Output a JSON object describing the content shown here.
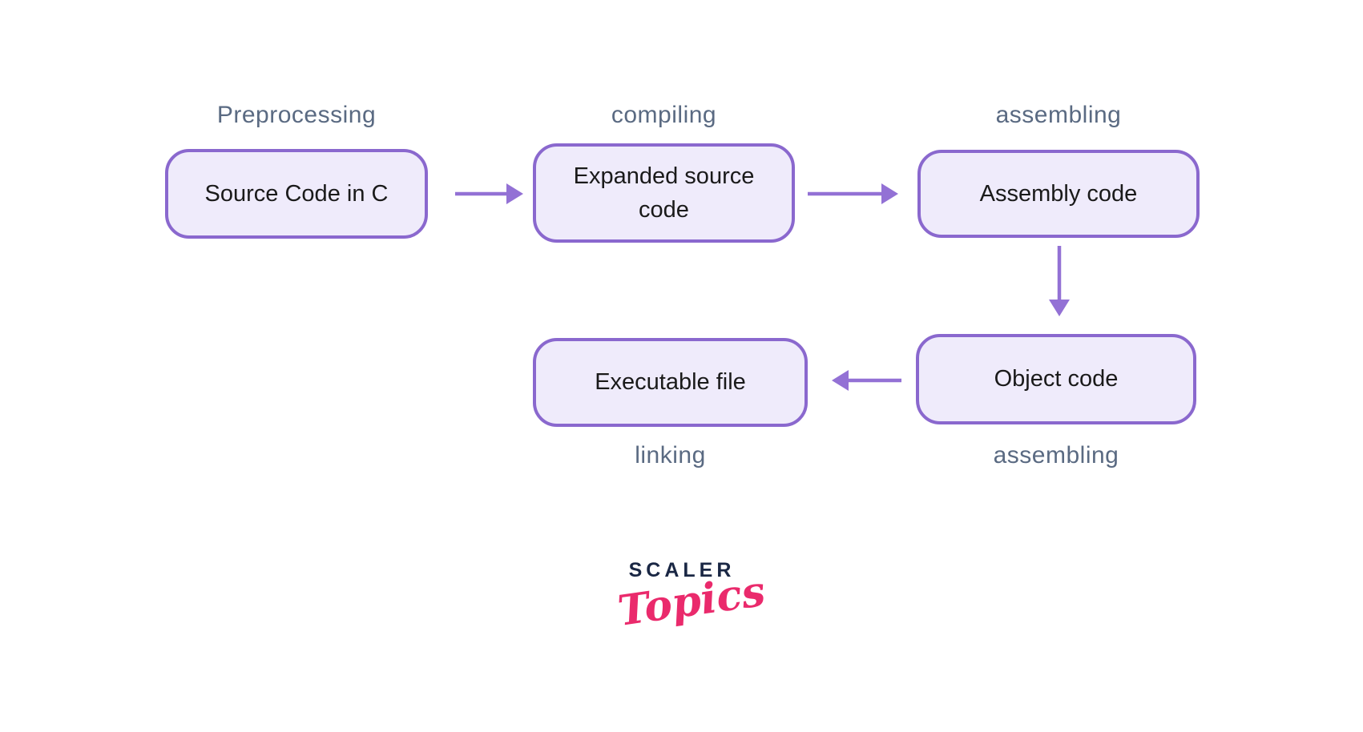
{
  "stages": {
    "preprocessing": "Preprocessing",
    "compiling": "compiling",
    "assembling_top": "assembling",
    "assembling_bottom": "assembling",
    "linking": "linking"
  },
  "nodes": {
    "source": "Source Code in C",
    "expanded": "Expanded source code",
    "assembly": "Assembly code",
    "object": "Object code",
    "executable": "Executable file"
  },
  "edges": [
    {
      "from": "Source Code in C",
      "to": "Expanded source code",
      "stage": "Preprocessing"
    },
    {
      "from": "Expanded source code",
      "to": "Assembly code",
      "stage": "compiling"
    },
    {
      "from": "Assembly code",
      "to": "Object code",
      "stage": "assembling"
    },
    {
      "from": "Object code",
      "to": "Executable file",
      "stage": "linking"
    }
  ],
  "logo": {
    "brand": "SCALER",
    "sub": "Topics"
  },
  "colors": {
    "canvas_bg": "#FFFFFF",
    "box_border": "#8A68CE",
    "box_fill": "#EFEBFB",
    "arrow": "#9371D5",
    "stage_label": "#5A6A82",
    "node_text": "#1A1A1A",
    "logo_navy": "#1A2744",
    "logo_pink": "#EA2A6C"
  }
}
